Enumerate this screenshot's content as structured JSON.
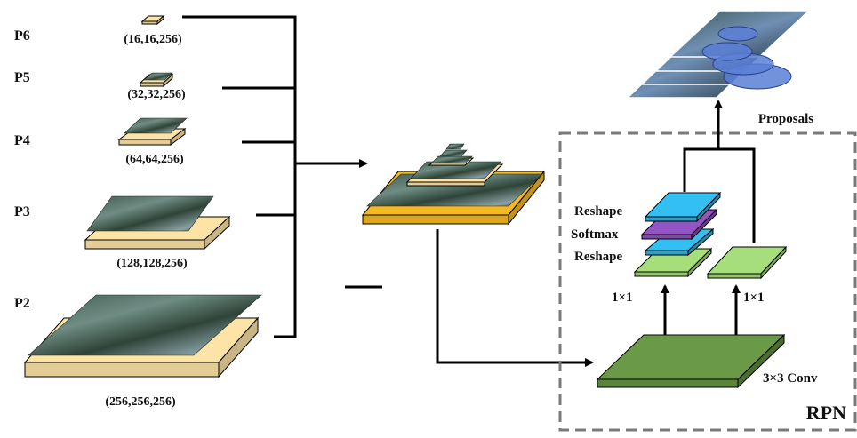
{
  "levels": [
    {
      "name": "P6",
      "shape": "(16,16,256)"
    },
    {
      "name": "P5",
      "shape": "(32,32,256)"
    },
    {
      "name": "P4",
      "shape": "(64,64,256)"
    },
    {
      "name": "P3",
      "shape": "(128,128,256)"
    },
    {
      "name": "P2",
      "shape": "(256,256,256)"
    }
  ],
  "rpn": {
    "title": "RPN",
    "conv_label": "3×3 Conv",
    "branch_left_label": "1×1",
    "branch_right_label": "1×1",
    "stack_labels": [
      "Reshape",
      "Softmax",
      "Reshape"
    ],
    "output_label": "Proposals"
  },
  "colors": {
    "feature_slab": "#fde4a6",
    "merged_slab": "#f5b820",
    "conv": "#6a9a48",
    "branch": "#a6de7c",
    "reshape": "#33bff2",
    "softmax": "#9554c4",
    "dashed_border": "#7a7a7a",
    "proposal_box": "#5b7fd6"
  }
}
